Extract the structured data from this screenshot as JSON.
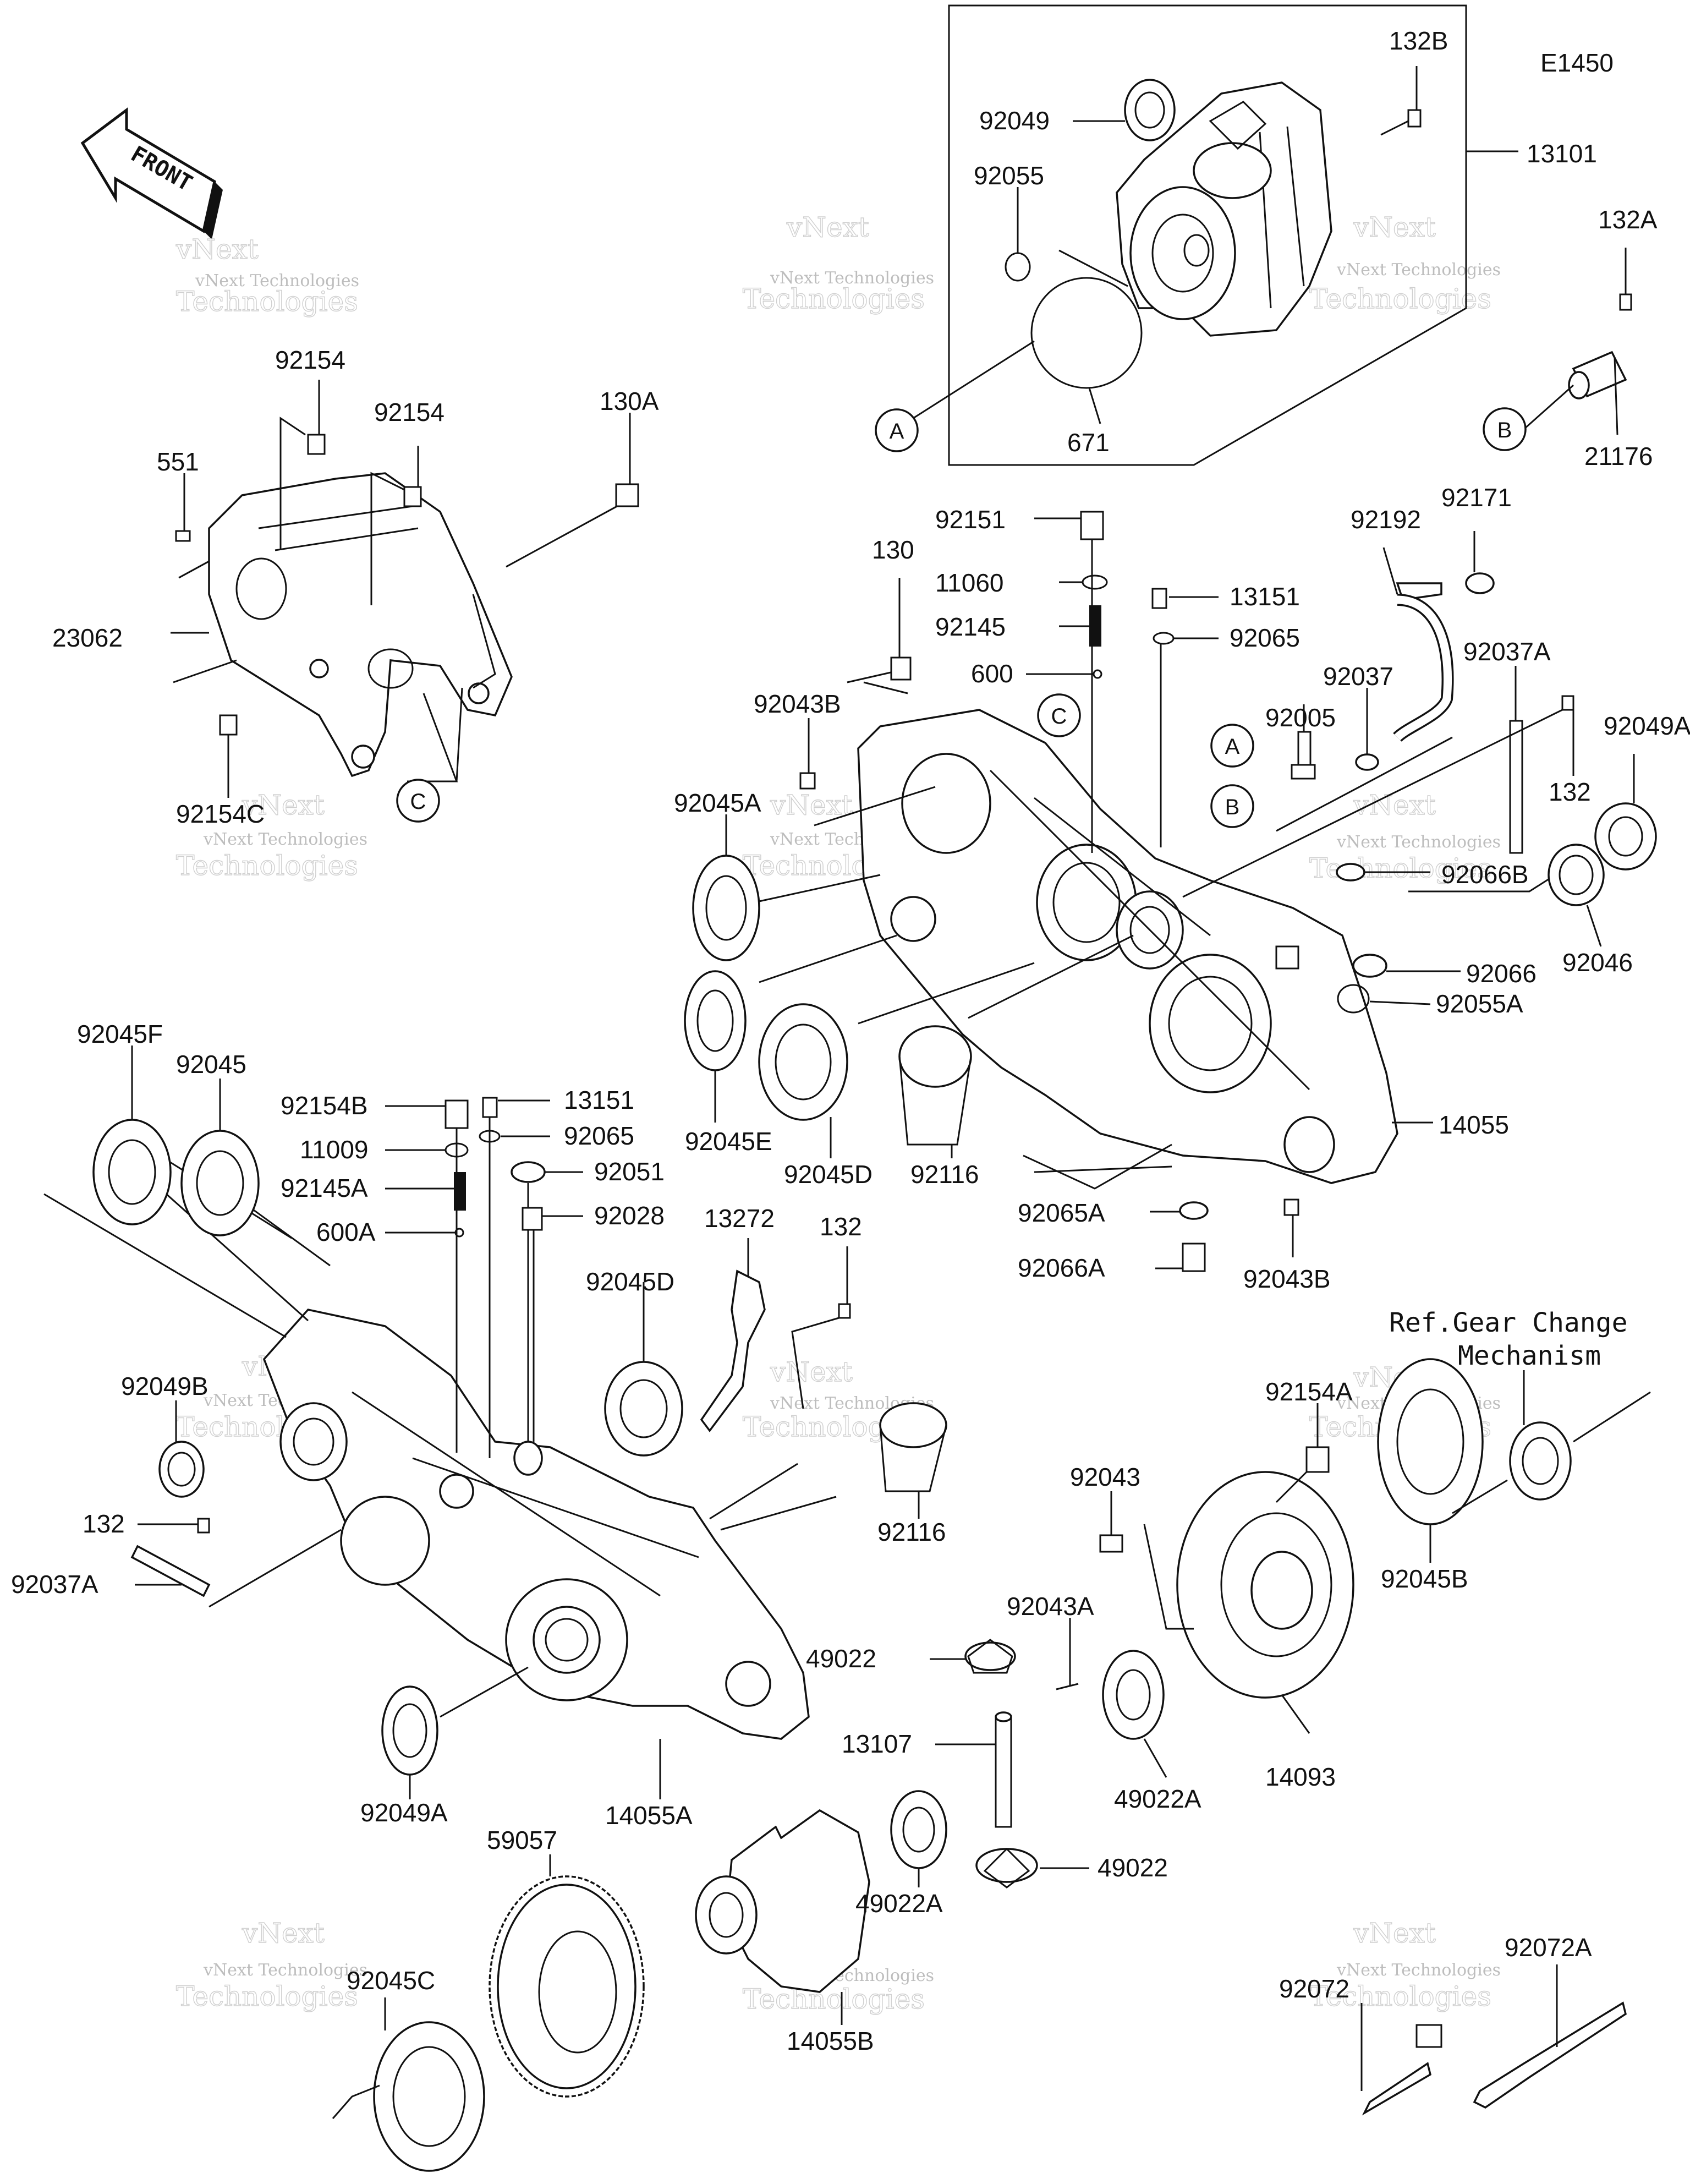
{
  "diagram_code": "E1450",
  "front_label": "FRONT",
  "ref_note": [
    "Ref.Gear Change",
    "Mechanism"
  ],
  "watermark": [
    "vNext Technologies",
    "Technologies"
  ],
  "callouts": [
    "A",
    "B",
    "C"
  ],
  "parts": {
    "p132B": "132B",
    "p13101": "13101",
    "p92049": "92049",
    "p92055": "92055",
    "p671": "671",
    "p132A": "132A",
    "p21176": "21176",
    "p92154_1": "92154",
    "p92154_2": "92154",
    "p130A": "130A",
    "p551": "551",
    "p23062": "23062",
    "p92154C": "92154C",
    "p92151": "92151",
    "p130": "130",
    "p11060": "11060",
    "p13151_1": "13151",
    "p92145": "92145",
    "p92065_1": "92065",
    "p600": "600",
    "p92192": "92192",
    "p92171": "92171",
    "p92037A_1": "92037A",
    "p92037": "92037",
    "p92043B_1": "92043B",
    "p92005": "92005",
    "p92049A_1": "92049A",
    "p132_1": "132",
    "p92045A": "92045A",
    "p92066B": "92066B",
    "p92046": "92046",
    "p92066": "92066",
    "p92055A": "92055A",
    "p92045E": "92045E",
    "p92045D_1": "92045D",
    "p92116_1": "92116",
    "p14055": "14055",
    "p92065A": "92065A",
    "p92066A": "92066A",
    "p92043B_2": "92043B",
    "p92045F": "92045F",
    "p92045": "92045",
    "p92154B": "92154B",
    "p13151_2": "13151",
    "p11009": "11009",
    "p92065_2": "92065",
    "p92051": "92051",
    "p92145A": "92145A",
    "p600A": "600A",
    "p92028": "92028",
    "p13272": "13272",
    "p132_2": "132",
    "p92045D_2": "92045D",
    "p92049B": "92049B",
    "p132_3": "132",
    "p92037A_2": "92037A",
    "p92116_2": "92116",
    "p92154A": "92154A",
    "p92043": "92043",
    "p92045B": "92045B",
    "p92043A": "92043A",
    "p49022_1": "49022",
    "p13107": "13107",
    "p49022A_1": "49022A",
    "p14093": "14093",
    "p92049A_2": "92049A",
    "p14055A": "14055A",
    "p59057": "59057",
    "p49022_2": "49022",
    "p49022A_2": "49022A",
    "p92045C": "92045C",
    "p14055B": "14055B",
    "p92072": "92072",
    "p92072A": "92072A"
  }
}
